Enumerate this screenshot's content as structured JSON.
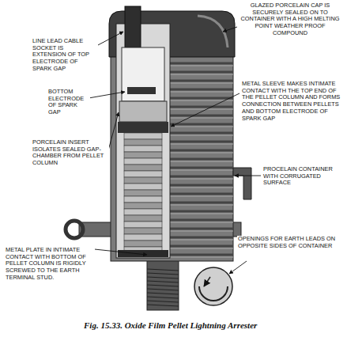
{
  "diagram": {
    "caption": "Fig. 15.33. Oxide Film Pellet Lightning Arrester",
    "labels": [
      "GLAZED PORCELAIN CAP IS SECURELY SEALED ON TO CONTAINER WITH A HIGH MELTING POINT WEATHER PROOF COMPOUND",
      "LINE LEAD CABLE SOCKET IS EXTENSION OF TOP ELECTRODE OF SPARK GAP",
      "BOTTOM ELECTRODE OF SPARK GAP",
      "METAL SLEEVE MAKES INTIMATE CONTACT WITH THE TOP END OF THE PELLET COLUMN AND FORMS CONNECTION BETWEEN PELLETS AND BOTTOM ELECTRODE OF SPARK GAP",
      "PORCELAIN INSERT ISOLATES SEALED GAP-CHAMBER FROM PELLET COLUMN",
      "PROCELAIN CONTAINER WITH CORRUGATED SURFACE",
      "METAL PLATE IN INTIMATE CONTACT WITH BOTTOM OF PELLET COLUMN IS RIGIDLY SCREWED TO THE EARTH TERMINAL STUD.",
      "OPENINGS FOR EARTH LEADS ON OPPOSITE SIDES OF CONTAINER"
    ]
  }
}
